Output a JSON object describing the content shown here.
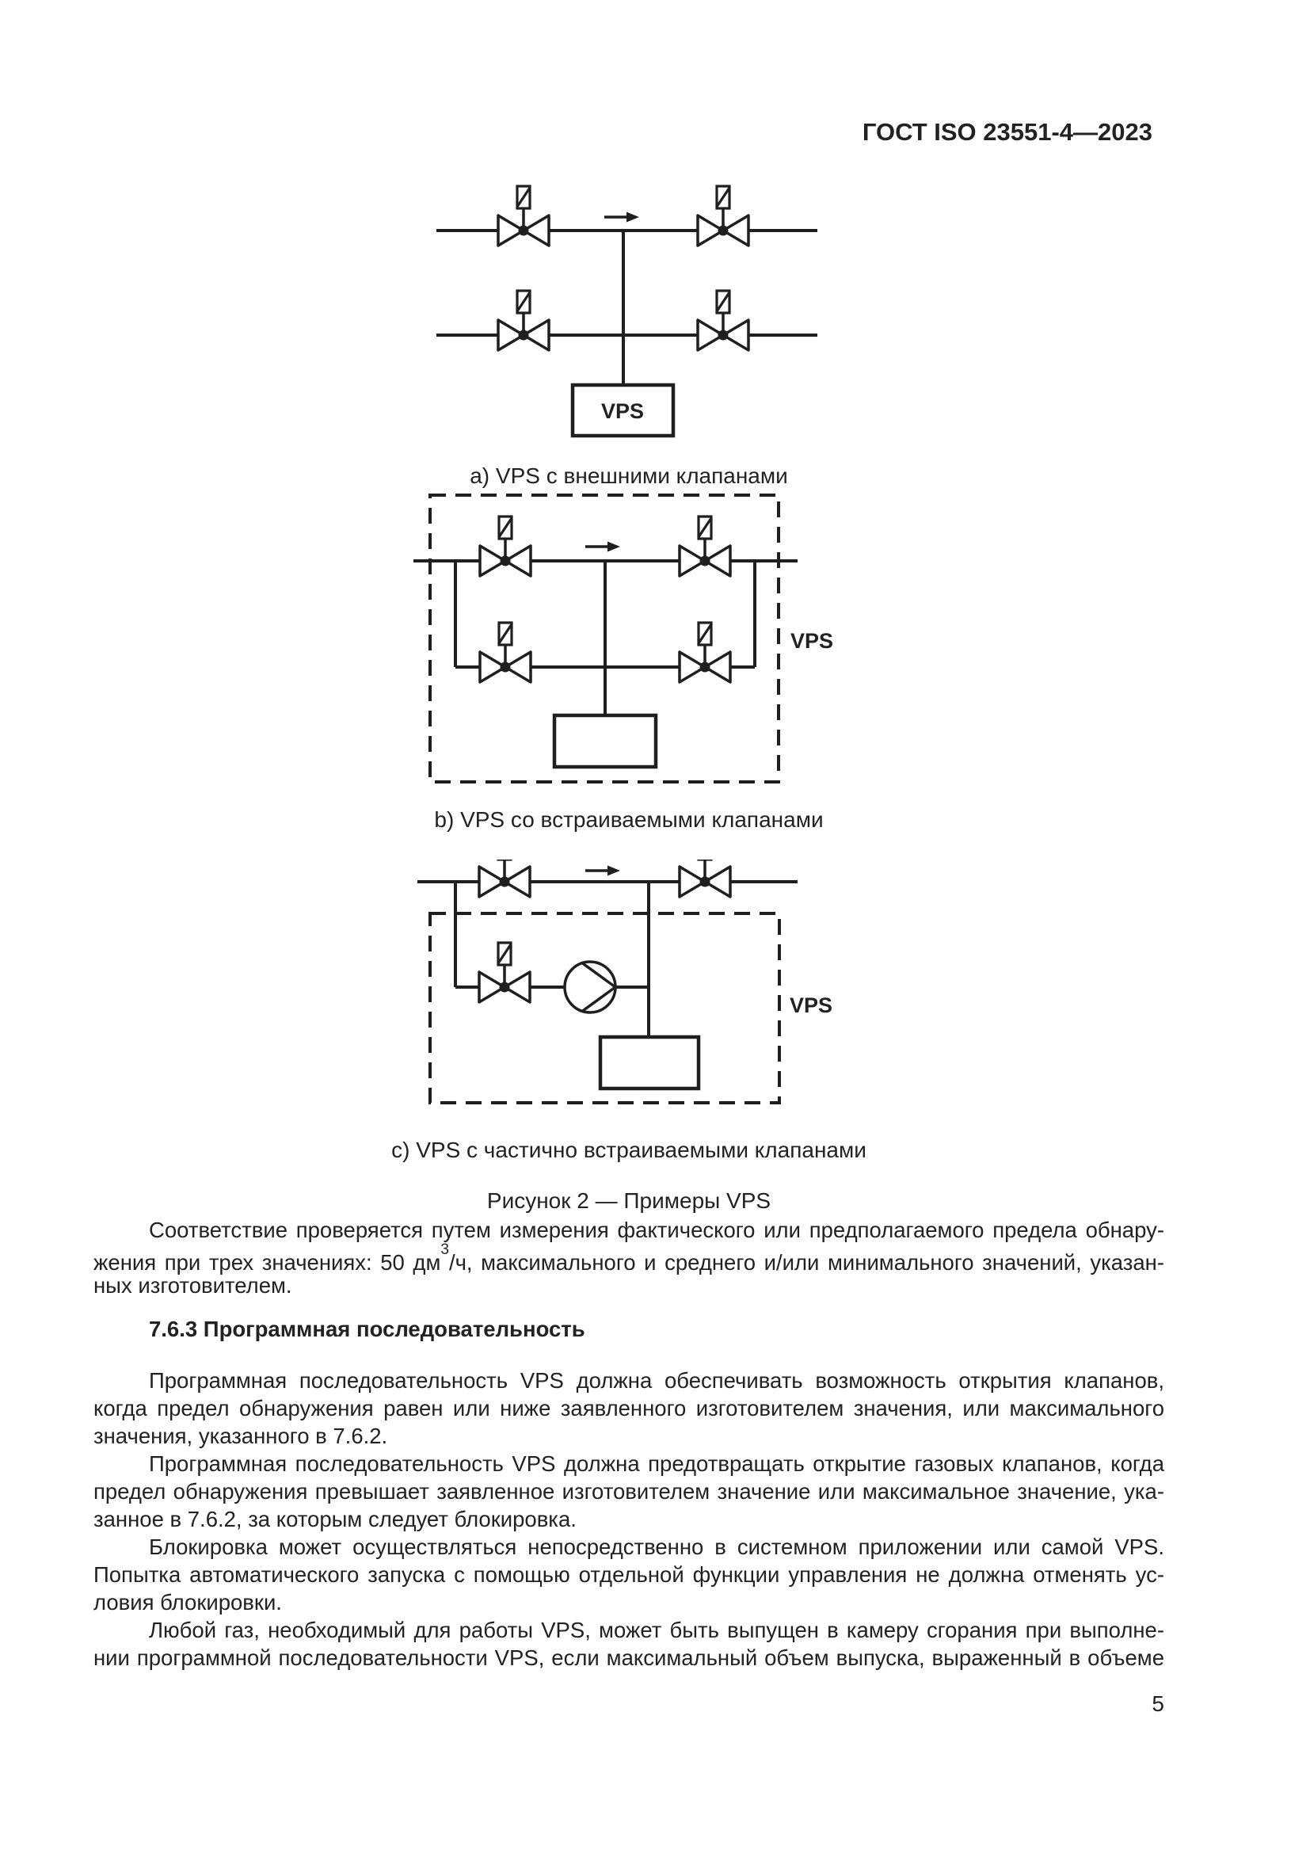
{
  "page": {
    "header": "ГОСТ ISO 23551-4—2023",
    "page_number": "5"
  },
  "figure": {
    "caption": "Рисунок 2 — Примеры VPS",
    "diagrams": [
      {
        "id": "a",
        "vps_label": "VPS",
        "caption": "a) VPS с внешними клапанами"
      },
      {
        "id": "b",
        "vps_label": "VPS",
        "caption": "b) VPS со встраиваемыми клапанами"
      },
      {
        "id": "c",
        "vps_label": "VPS",
        "caption": "c) VPS с частично встраиваемыми клапанами"
      }
    ]
  },
  "body": {
    "p1": {
      "l1": "Соответствие проверяется путем измерения фактического или предполагаемого предела обнару-",
      "l2_pre": "жения при трех значениях: 50 дм",
      "l2_sup": "3",
      "l2_post": "/ч, максимального и среднего и/или минимального значений, указан-",
      "l3": "ных изготовителем."
    },
    "heading_763": "7.6.3 Программная последовательность",
    "p2": {
      "l1": "Программная последовательность VPS должна обеспечивать возможность открытия клапанов,",
      "l2": "когда предел обнаружения равен или ниже заявленного изготовителем значения, или максимального",
      "l3": "значения, указанного в 7.6.2."
    },
    "p3": {
      "l1": "Программная последовательность VPS должна предотвращать открытие газовых клапанов, когда",
      "l2": "предел обнаружения превышает заявленное изготовителем значение или максимальное значение, ука-",
      "l3": "занное в 7.6.2, за которым следует блокировка."
    },
    "p4": {
      "l1": "Блокировка может осуществляться непосредственно в системном приложении или самой VPS.",
      "l2": "Попытка автоматического запуска с помощью отдельной функции управления не должна отменять ус-",
      "l3": "ловия блокировки."
    },
    "p5": {
      "l1": "Любой газ, необходимый для работы VPS, может быть выпущен в камеру сгорания при выполне-",
      "l2": "нии программной последовательности VPS, если максимальный объем выпуска, выраженный в объеме"
    }
  }
}
